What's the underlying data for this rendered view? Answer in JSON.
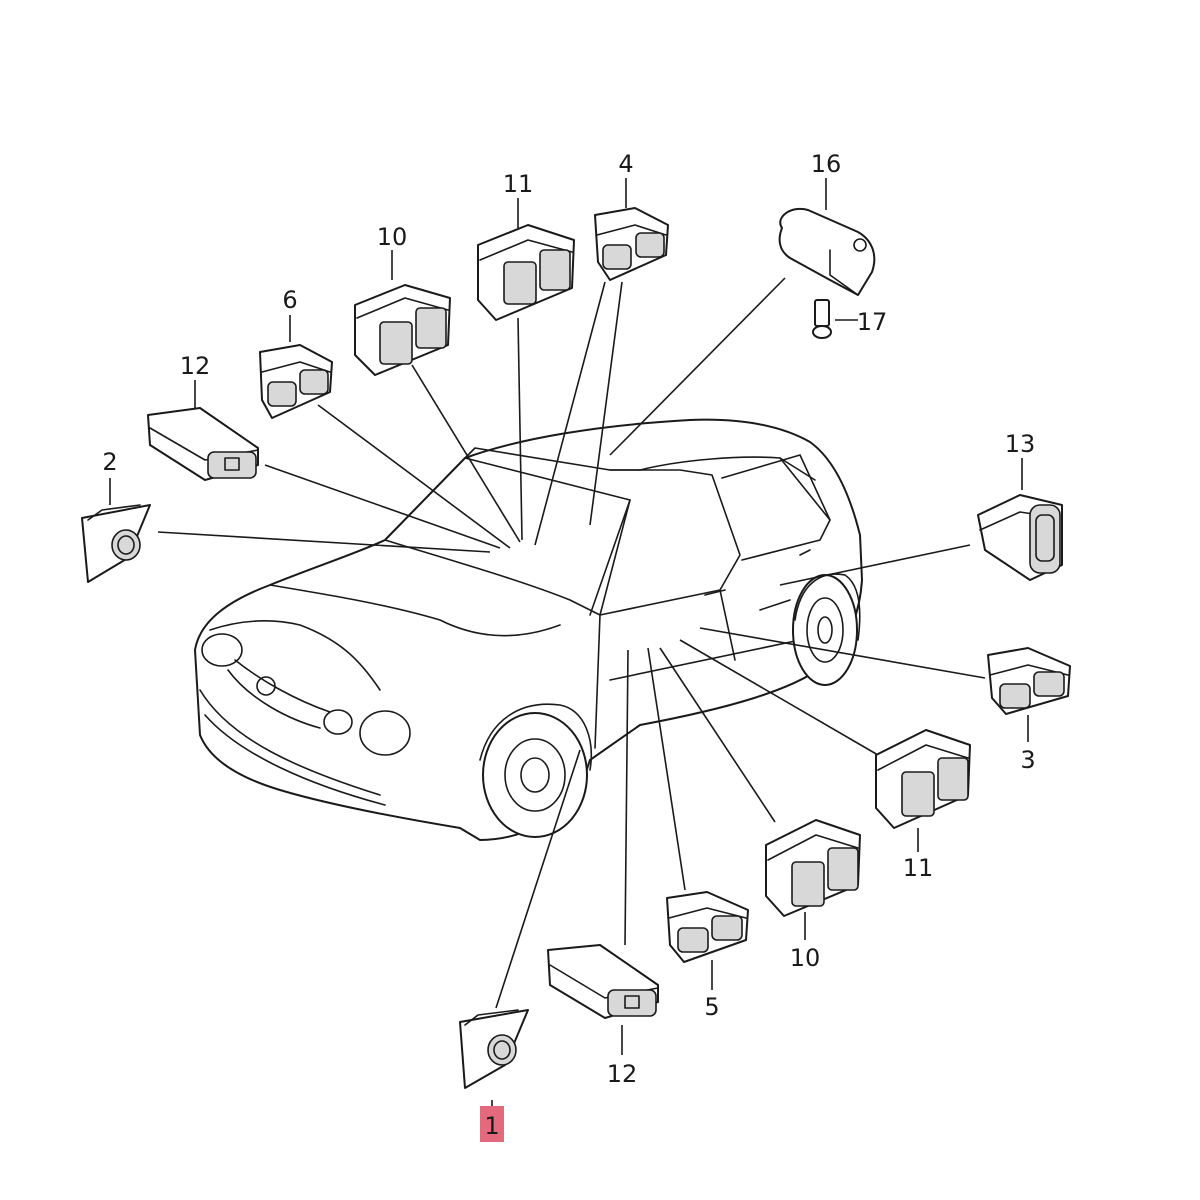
{
  "diagram": {
    "labels": {
      "l1": "1",
      "l2": "2",
      "l3": "3",
      "l4": "4",
      "l5": "5",
      "l6": "6",
      "l10a": "10",
      "l10b": "10",
      "l11a": "11",
      "l11b": "11",
      "l12a": "12",
      "l12b": "12",
      "l13": "13",
      "l16": "16",
      "l17": "17"
    },
    "highlight_color": "#e36a7c"
  }
}
